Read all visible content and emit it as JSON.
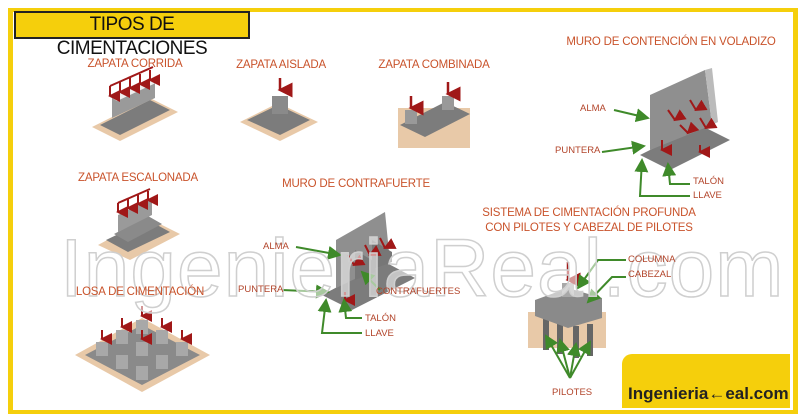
{
  "title": "TIPOS DE CIMENTACIONES",
  "sections": {
    "zapata_corrida": "ZAPATA CORRIDA",
    "zapata_aislada": "ZAPATA AISLADA",
    "zapata_combinada": "ZAPATA COMBINADA",
    "muro_voladizo": "MURO DE CONTENCIÓN EN VOLADIZO",
    "zapata_escalonada": "ZAPATA ESCALONADA",
    "muro_contrafuerte": "MURO DE CONTRAFUERTE",
    "profunda_line1": "SISTEMA DE CIMENTACIÓN PROFUNDA",
    "profunda_line2": "CON PILOTES Y CABEZAL DE PILOTES",
    "losa": "LOSA DE CIMENTACIÓN"
  },
  "voladizo_parts": {
    "alma": "ALMA",
    "puntera": "PUNTERA",
    "talon": "TALÓN",
    "llave": "LLAVE"
  },
  "contrafuerte_parts": {
    "alma": "ALMA",
    "puntera": "PUNTERA",
    "contrafuertes": "CONTRAFUERTES",
    "talon": "TALÓN",
    "llave": "LLAVE"
  },
  "pilotes_parts": {
    "columna": "COLUMNA",
    "cabezal": "CABEZAL",
    "pilotes": "PILOTES"
  },
  "watermark": "IngenieriaReal.com",
  "logo": {
    "text": "Ingenieria",
    "suffix": "eal.com"
  },
  "colors": {
    "accent": "#f5cf0c",
    "label": "#c9532b",
    "concrete": "#8a8a8a",
    "base": "#e8c9a8",
    "arrow": "#a01818",
    "pointer": "#3f8a2a"
  }
}
